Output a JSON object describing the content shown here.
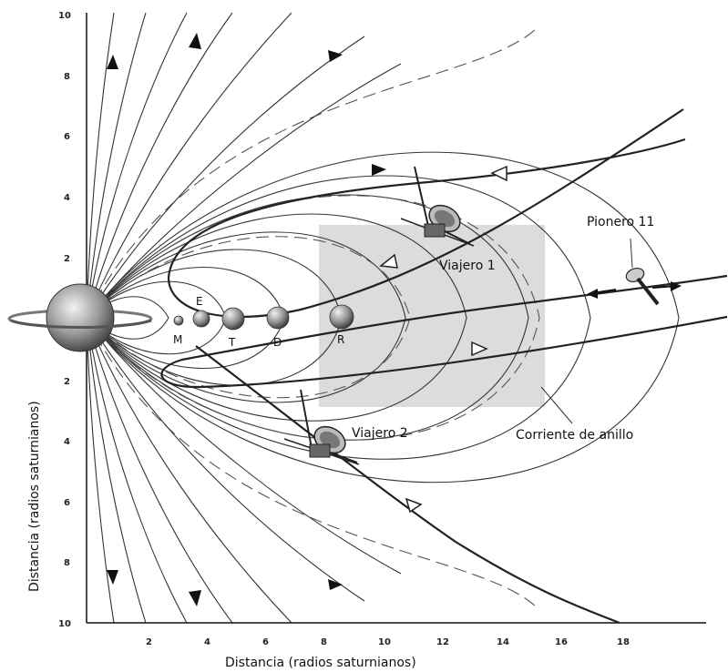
{
  "x_axis": {
    "label": "Distancia (radios saturnianos)",
    "ticks": [
      "2",
      "4",
      "6",
      "8",
      "10",
      "12",
      "14",
      "16",
      "18"
    ]
  },
  "y_axis": {
    "label": "Distancia (radios saturnianos)",
    "ticks_top": [
      "10",
      "8",
      "6",
      "4",
      "2"
    ],
    "ticks_bottom": [
      "2",
      "4",
      "6",
      "8",
      "10"
    ]
  },
  "moons": [
    {
      "letter": "M"
    },
    {
      "letter": "E"
    },
    {
      "letter": "T"
    },
    {
      "letter": "D"
    },
    {
      "letter": "R"
    }
  ],
  "labels": {
    "voyager1": "Viajero 1",
    "voyager2": "Viajero 2",
    "pioneer": "Pionero 11",
    "ring_current": "Corriente de anillo"
  },
  "colors": {
    "ring_current_region": "#dcdcdc",
    "lines": "#333333"
  }
}
